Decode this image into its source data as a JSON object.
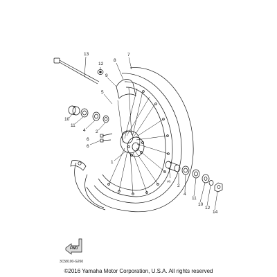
{
  "diagram": {
    "callouts": [
      {
        "id": "13a",
        "text": "13"
      },
      {
        "id": "12a",
        "text": "12"
      },
      {
        "id": "9",
        "text": "9"
      },
      {
        "id": "8",
        "text": "8"
      },
      {
        "id": "7",
        "text": "7"
      },
      {
        "id": "5",
        "text": "5"
      },
      {
        "id": "10a",
        "text": "10"
      },
      {
        "id": "11a",
        "text": "11"
      },
      {
        "id": "4a",
        "text": "4"
      },
      {
        "id": "2a",
        "text": "2"
      },
      {
        "id": "6a",
        "text": "6"
      },
      {
        "id": "6b",
        "text": "6"
      },
      {
        "id": "1",
        "text": "1"
      },
      {
        "id": "3",
        "text": "3"
      },
      {
        "id": "2b",
        "text": "2"
      },
      {
        "id": "4b",
        "text": "4"
      },
      {
        "id": "11b",
        "text": "11"
      },
      {
        "id": "10b",
        "text": "10"
      },
      {
        "id": "12b",
        "text": "12"
      },
      {
        "id": "14",
        "text": "14"
      }
    ],
    "fwd_label": "FWD",
    "part_code": "3C58100-G260"
  },
  "footer": {
    "copyright": "©2016 Yamaha Motor Corporation, U.S.A. All rights reserved"
  }
}
